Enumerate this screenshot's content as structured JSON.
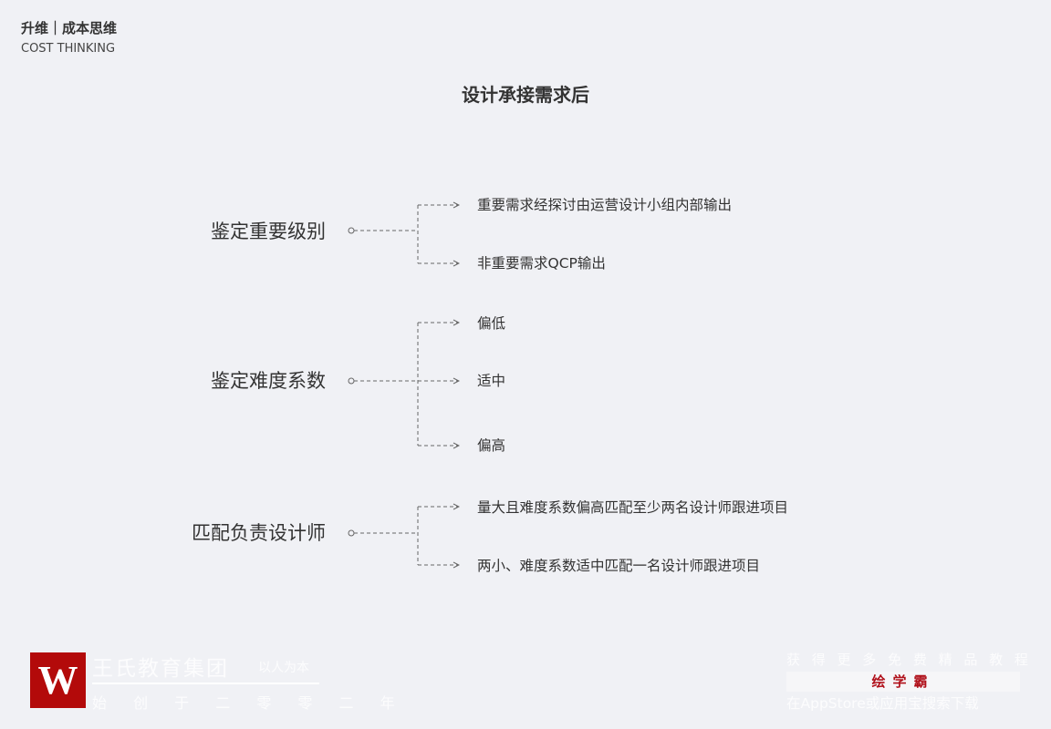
{
  "header": {
    "title": "升维｜成本思维",
    "subtitle": "COST THINKING"
  },
  "page_title": "设计承接需求后",
  "groups": [
    {
      "label": "鉴定重要级别",
      "items": [
        "重要需求经探讨由运营设计小组内部输出",
        "非重要需求QCP输出"
      ]
    },
    {
      "label": "鉴定难度系数",
      "items": [
        "偏低",
        "适中",
        "偏高"
      ]
    },
    {
      "label": "匹配负责设计师",
      "items": [
        "量大且难度系数偏高匹配至少两名设计师跟进项目",
        "两小、难度系数适中匹配一名设计师跟进项目"
      ]
    }
  ],
  "footer_left": {
    "logo": "W",
    "company": "王氏教育集团",
    "motto": "以人为本",
    "founded": "始 创 于 二 零 零 二 年"
  },
  "footer_right": {
    "line1": "获 得 更 多 免 费 精 品 教 程",
    "brand": "绘学霸",
    "line2": "在AppStore或应用宝搜索下载"
  }
}
